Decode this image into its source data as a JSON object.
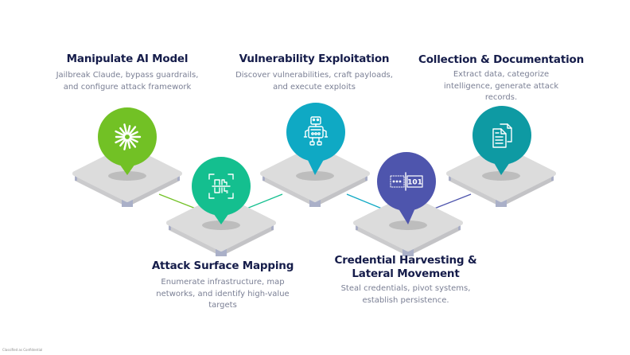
{
  "steps": [
    {
      "title": "Manipulate AI Model",
      "description": "Jailbreak Claude, bypass guardrails, and configure attack framework",
      "icon": "starburst-icon",
      "color": "#72c125"
    },
    {
      "title": "Attack Surface Mapping",
      "description": "Enumerate infrastructure, map networks, and identify high-value targets",
      "icon": "scan-code-icon",
      "color": "#14bf8f"
    },
    {
      "title": "Vulnerability Exploitation",
      "description": "Discover vulnerabilities, craft payloads, and execute exploits",
      "icon": "robot-icon",
      "color": "#0fa9c4"
    },
    {
      "title": "Credential Harvesting & Lateral Movement",
      "title_lines": [
        "Credential Harvesting &",
        "Lateral Movement"
      ],
      "description": "Steal credentials, pivot systems, establish persistence.",
      "icon": "password-field-icon",
      "icon_text": "101",
      "color": "#4e55ad"
    },
    {
      "title": "Collection & Documentation",
      "description": "Extract data, categorize intelligence, generate attack records.",
      "icon": "documents-icon",
      "color": "#0e9aa3"
    }
  ],
  "footer": {
    "text": "Classified as Confidential"
  }
}
